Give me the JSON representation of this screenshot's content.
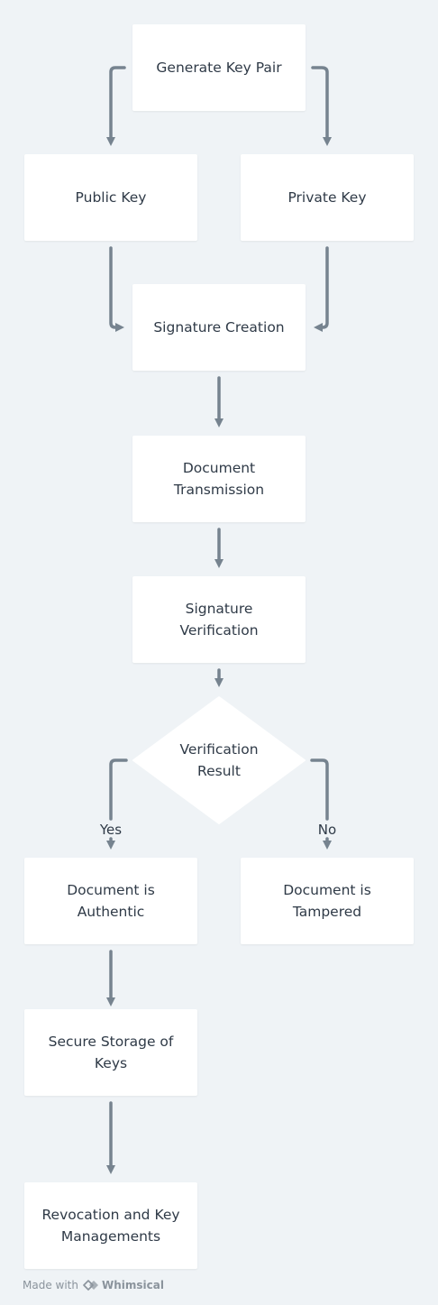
{
  "nodes": {
    "generate_key_pair": "Generate Key Pair",
    "public_key": "Public Key",
    "private_key": "Private Key",
    "signature_creation": "Signature Creation",
    "document_transmission": "Document\nTransmission",
    "signature_verification": "Signature Verification",
    "verification_result": "Verification\nResult",
    "document_authentic": "Document is\nAuthentic",
    "document_tampered": "Document is\nTampered",
    "secure_storage": "Secure Storage of\nKeys",
    "revocation": "Revocation and Key\nManagements"
  },
  "edge_labels": {
    "yes": "Yes",
    "no": "No"
  },
  "footer": {
    "made_with": "Made with",
    "brand": "Whimsical"
  },
  "colors": {
    "background": "#eff3f6",
    "node": "#ffffff",
    "connector": "#76838f",
    "text": "#2f3a47"
  }
}
